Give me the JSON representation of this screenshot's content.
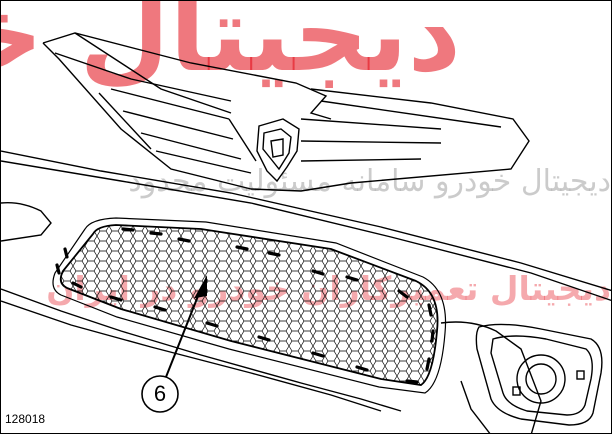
{
  "watermark": {
    "logo_text": "دیجیتال خودرو",
    "tagline": "دیجیتال خودرو سامانه مسئولیت محدود",
    "band": "دیجیتال تعمیرکاران خودرو در ایران"
  },
  "callout": {
    "label": "6"
  },
  "figure": {
    "id": "128018"
  },
  "colors": {
    "line": "#000000",
    "watermark_red": "#e20a14",
    "watermark_gray": "#8c8c8c",
    "mesh": "#000000"
  }
}
